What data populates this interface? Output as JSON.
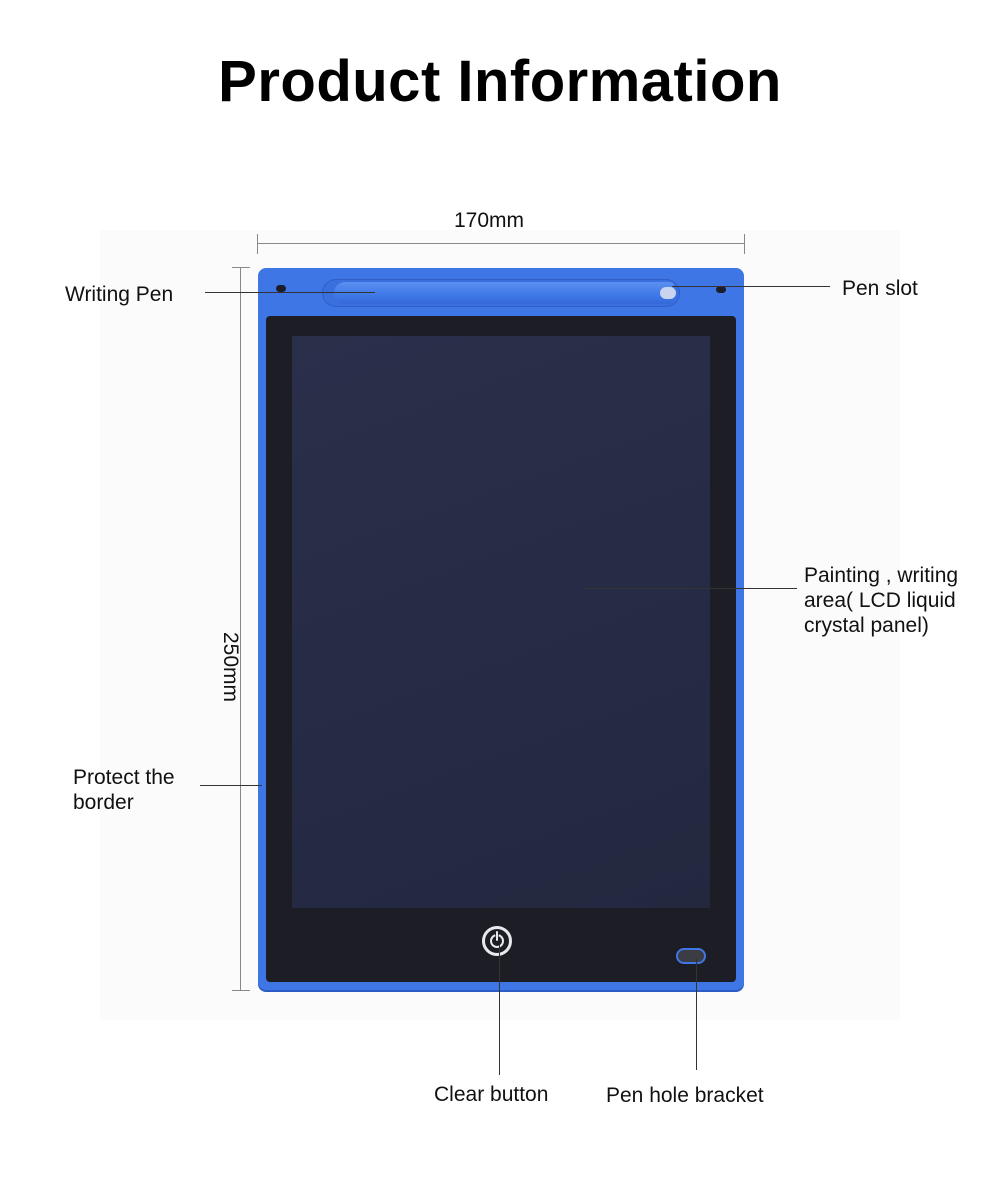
{
  "title": "Product Information",
  "dimensions": {
    "width": "170mm",
    "height": "250mm"
  },
  "callouts": {
    "writing_pen": "Writing Pen",
    "pen_slot": "Pen slot",
    "lcd_area_line1": "Painting , writing",
    "lcd_area_line2": "area( LCD liquid",
    "lcd_area_line3": "crystal panel)",
    "protect_border_line1": "Protect the",
    "protect_border_line2": "border",
    "clear_button": "Clear button",
    "pen_hole_bracket": "Pen hole bracket"
  },
  "colors": {
    "tablet_blue": "#3f76e6",
    "frame_black": "#1d1e25",
    "lcd_navy": "#262b45"
  }
}
